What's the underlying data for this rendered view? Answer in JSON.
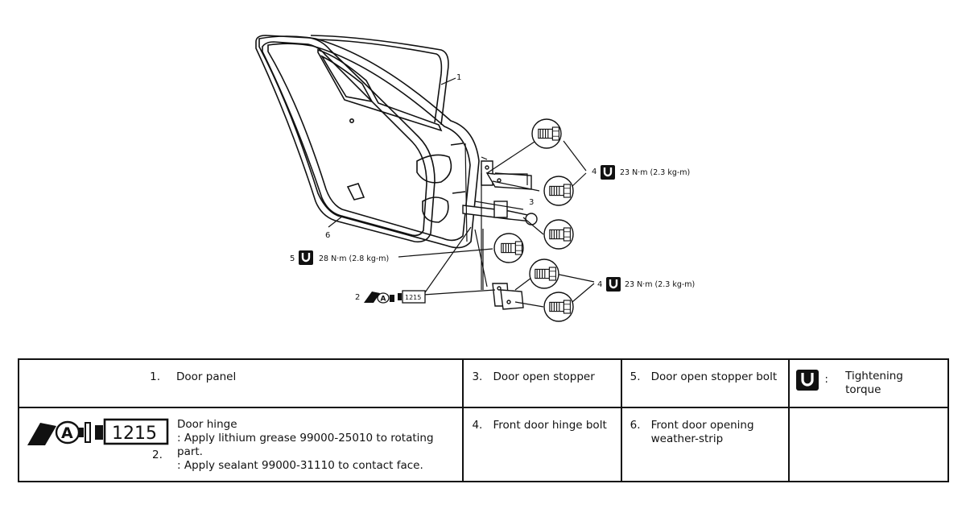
{
  "diagram": {
    "callouts": {
      "c1": "1",
      "c2": "2",
      "c3": "3",
      "c4a_num": "4",
      "c4a_val": "23 N·m (2.3 kg-m)",
      "c4b_num": "4",
      "c4b_val": "23 N·m (2.3 kg-m)",
      "c5_num": "5",
      "c5_val": "28 N·m (2.8 kg-m)",
      "c6": "6"
    },
    "grease_label": "A",
    "sealant_label": "1215"
  },
  "legend": {
    "items": [
      {
        "num": "1.",
        "text": "Door panel"
      },
      {
        "num": "2.",
        "text_lines": [
          "Door hinge",
          ": Apply lithium grease 99000-25010 to rotating part.",
          ": Apply sealant 99000-31110 to contact face."
        ]
      },
      {
        "num": "3.",
        "text": "Door open stopper"
      },
      {
        "num": "4.",
        "text": "Front door hinge bolt"
      },
      {
        "num": "5.",
        "text": "Door open stopper bolt"
      },
      {
        "num": "6.",
        "text": "Front door opening weather-strip"
      }
    ],
    "torque_colon": ":",
    "torque_label": "Tightening torque",
    "sealant_label": "1215",
    "grease_label": "A"
  }
}
